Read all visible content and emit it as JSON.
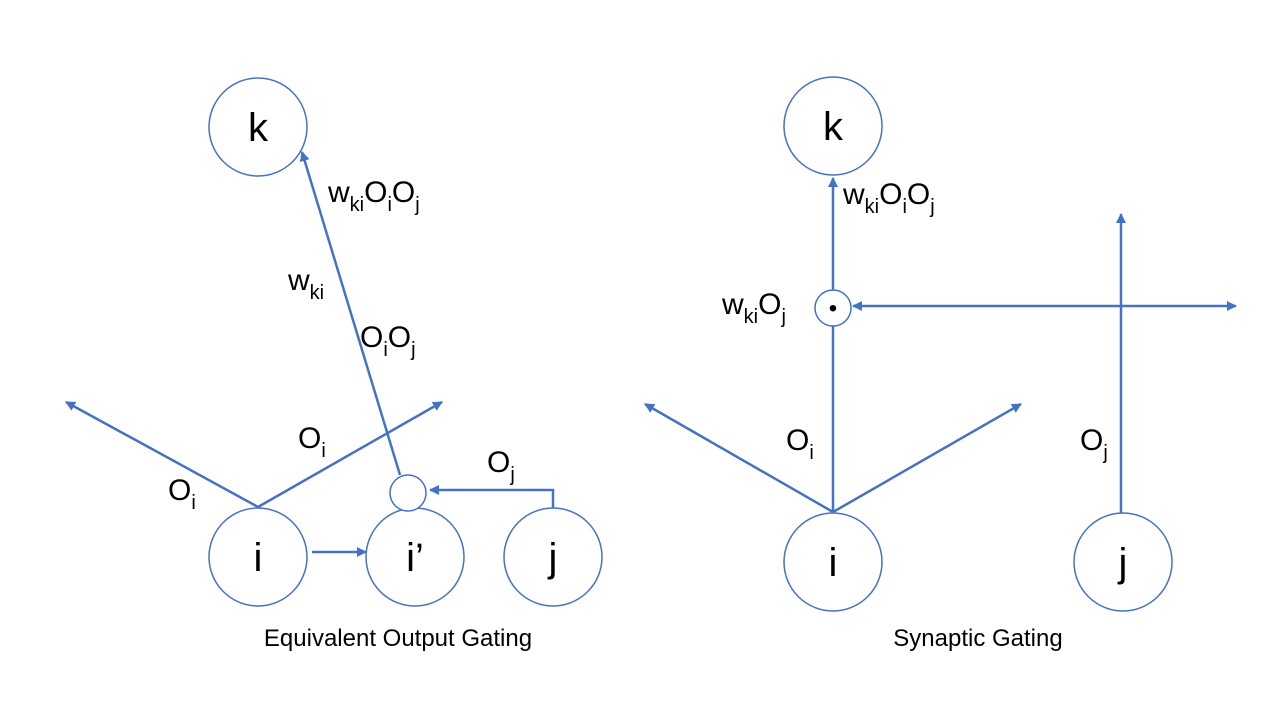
{
  "left_diagram": {
    "caption": "Equivalent Output Gating",
    "nodes": {
      "k": "k",
      "i": "i",
      "i_prime": "i’",
      "j": "j"
    },
    "labels": {
      "oi_left": {
        "main": "O",
        "sub": "i"
      },
      "oi_right": {
        "main": "O",
        "sub": "i"
      },
      "oj": {
        "main": "O",
        "sub": "j"
      },
      "wki": {
        "main": "w",
        "sub": "ki"
      },
      "oioj": {
        "m1": "O",
        "s1": "i",
        "m2": "O",
        "s2": "j"
      },
      "wkioioj": {
        "m1": "w",
        "s1": "ki",
        "m2": "O",
        "s2": "i",
        "m3": "O",
        "s3": "j"
      }
    }
  },
  "right_diagram": {
    "caption": "Synaptic Gating",
    "nodes": {
      "k": "k",
      "i": "i",
      "j": "j",
      "gate": "•"
    },
    "labels": {
      "oi": {
        "main": "O",
        "sub": "i"
      },
      "oj": {
        "main": "O",
        "sub": "j"
      },
      "wkioj": {
        "m1": "w",
        "s1": "ki",
        "m2": "O",
        "s2": "j"
      },
      "wkioioj": {
        "m1": "w",
        "s1": "ki",
        "m2": "O",
        "s2": "i",
        "m3": "O",
        "s3": "j"
      }
    }
  },
  "colors": {
    "edge": "#4472c4",
    "node_stroke": "#4472c4",
    "text": "#000000"
  }
}
